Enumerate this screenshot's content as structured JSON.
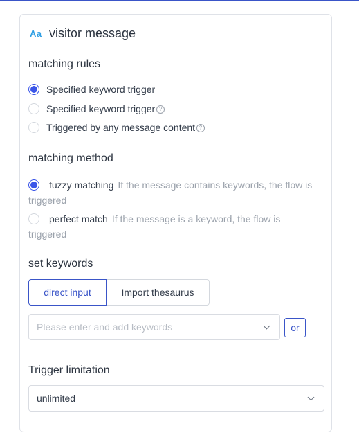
{
  "header": {
    "icon_text": "Aa",
    "title": "visitor message"
  },
  "matching_rules": {
    "title": "matching rules",
    "options": [
      {
        "label": "Specified keyword trigger",
        "checked": true,
        "help": false
      },
      {
        "label": "Specified keyword trigger",
        "checked": false,
        "help": true
      },
      {
        "label": "Triggered by any message content",
        "checked": false,
        "help": true
      }
    ]
  },
  "matching_method": {
    "title": "matching method",
    "options": [
      {
        "label": "fuzzy matching",
        "desc": "If the message contains keywords, the flow is triggered",
        "checked": true
      },
      {
        "label": "perfect match",
        "desc": "If the message is a keyword, the flow is triggered",
        "checked": false
      }
    ]
  },
  "set_keywords": {
    "title": "set keywords",
    "direct_input_label": "direct input",
    "import_label": "Import thesaurus",
    "keyword_placeholder": "Please enter and add keywords",
    "or_label": "or"
  },
  "trigger_limitation": {
    "title": "Trigger limitation",
    "value": "unlimited"
  },
  "colors": {
    "accent": "#3a55c8",
    "radio_checked": "#3a55e8",
    "icon": "#2f9fe4",
    "muted": "#9aa1ab"
  }
}
